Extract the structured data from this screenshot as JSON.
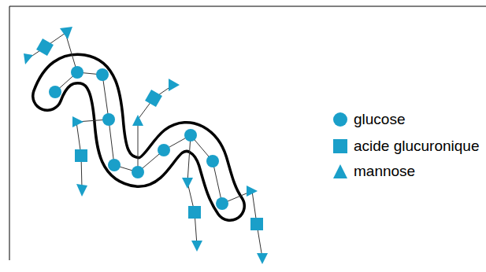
{
  "diagram": {
    "legend": [
      {
        "text": "glucose"
      },
      {
        "text": "acide glucuronique"
      },
      {
        "text": "mannose"
      }
    ]
  }
}
